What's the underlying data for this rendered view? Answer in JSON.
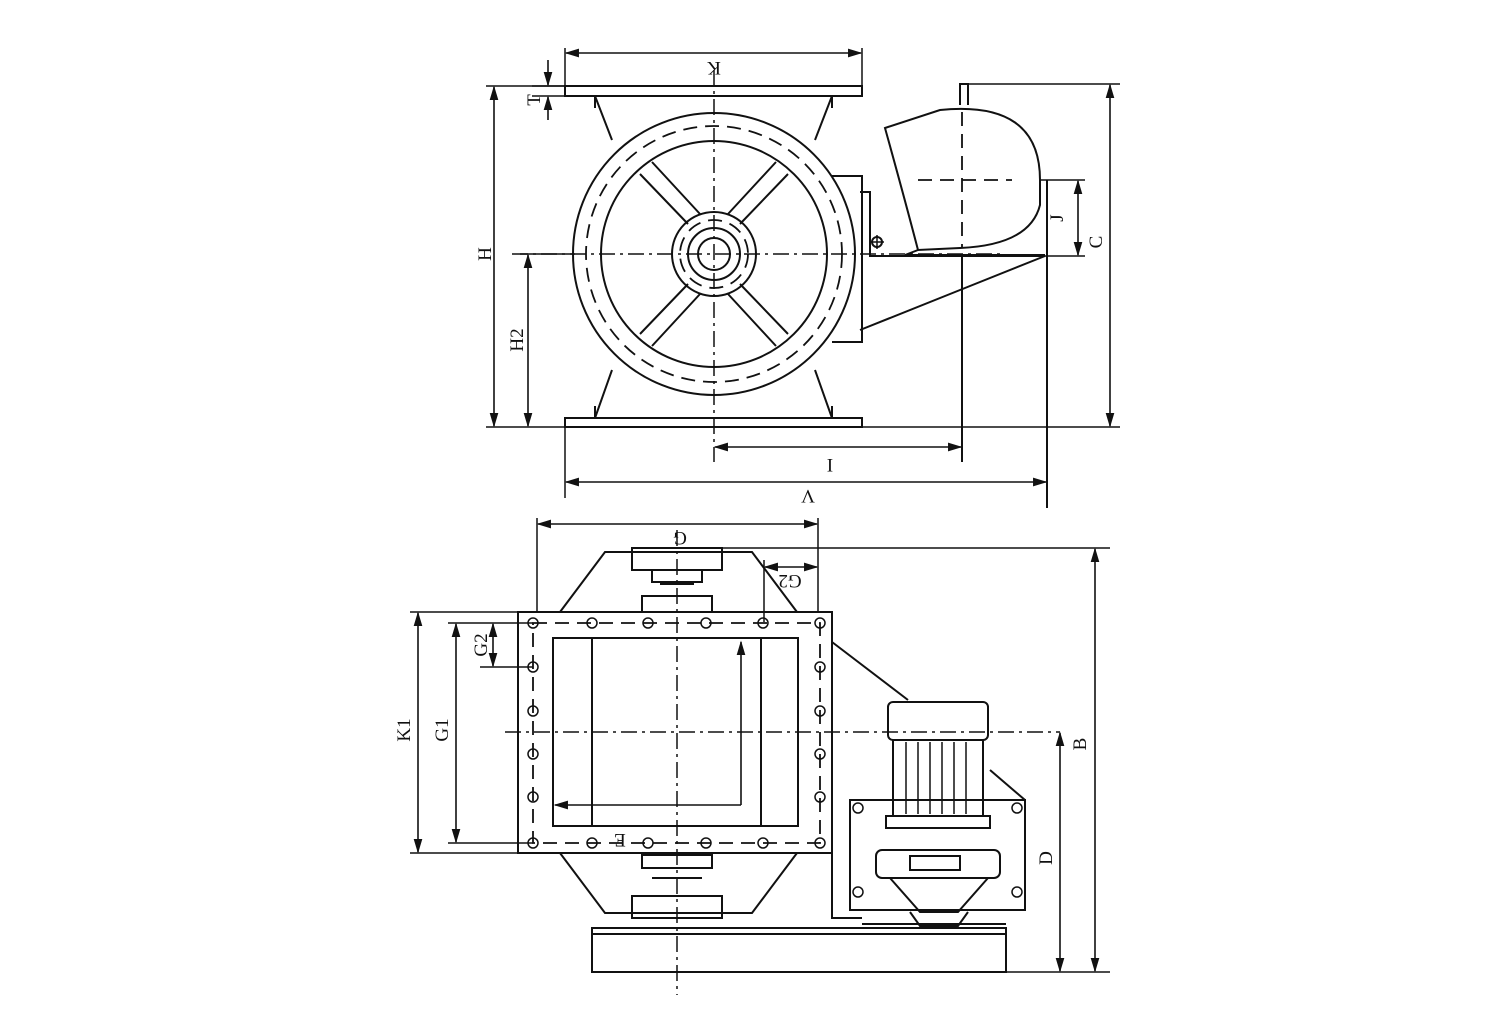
{
  "labels": {
    "K": "K",
    "T": "T",
    "H": "H",
    "H2": "H2",
    "J": "J",
    "C": "C",
    "I": "I",
    "V": "V",
    "G": "G",
    "G2_top": "G2",
    "G2_left": "G2",
    "K1": "K1",
    "G1": "G1",
    "E": "E",
    "B": "B",
    "D": "D"
  }
}
